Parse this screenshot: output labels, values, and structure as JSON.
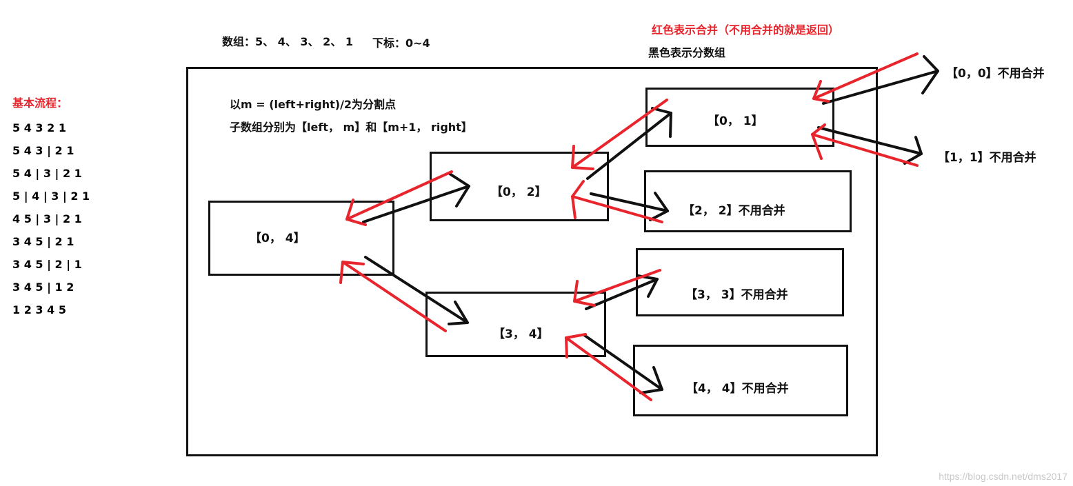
{
  "header": {
    "array_text": "数组：5、 4、 3、 2、 1",
    "index_text": "下标：0~4"
  },
  "legend": {
    "red": "红色表示合并（不用合并的就是返回）",
    "black": "黑色表示分数组"
  },
  "notes": {
    "line1": "以m = (left+right)/2为分割点",
    "line2": "子数组分别为【left， m】和【m+1， right】"
  },
  "flow": {
    "title": "基本流程：",
    "steps": [
      "5 4 3 2 1",
      "5 4 3 | 2 1",
      "5 4 | 3 | 2 1",
      "5 | 4 | 3 | 2 1",
      "4 5 | 3 | 2 1",
      "3 4 5 | 2 1",
      "3 4 5 | 2 | 1",
      "3 4 5 | 1 2",
      "1 2 3 4 5"
    ]
  },
  "nodes": {
    "n04": "【0， 4】",
    "n02": "【0， 2】",
    "n34": "【3， 4】",
    "n01": "【0， 1】",
    "n22": "【2， 2】不用合并",
    "n33": "【3， 3】不用合并",
    "n44": "【4， 4】不用合并",
    "n00": "【0，0】不用合并",
    "n11": "【1，1】不用合并"
  },
  "colors": {
    "split": "#111111",
    "merge": "#e8242c"
  },
  "watermark": "https://blog.csdn.net/dms2017"
}
